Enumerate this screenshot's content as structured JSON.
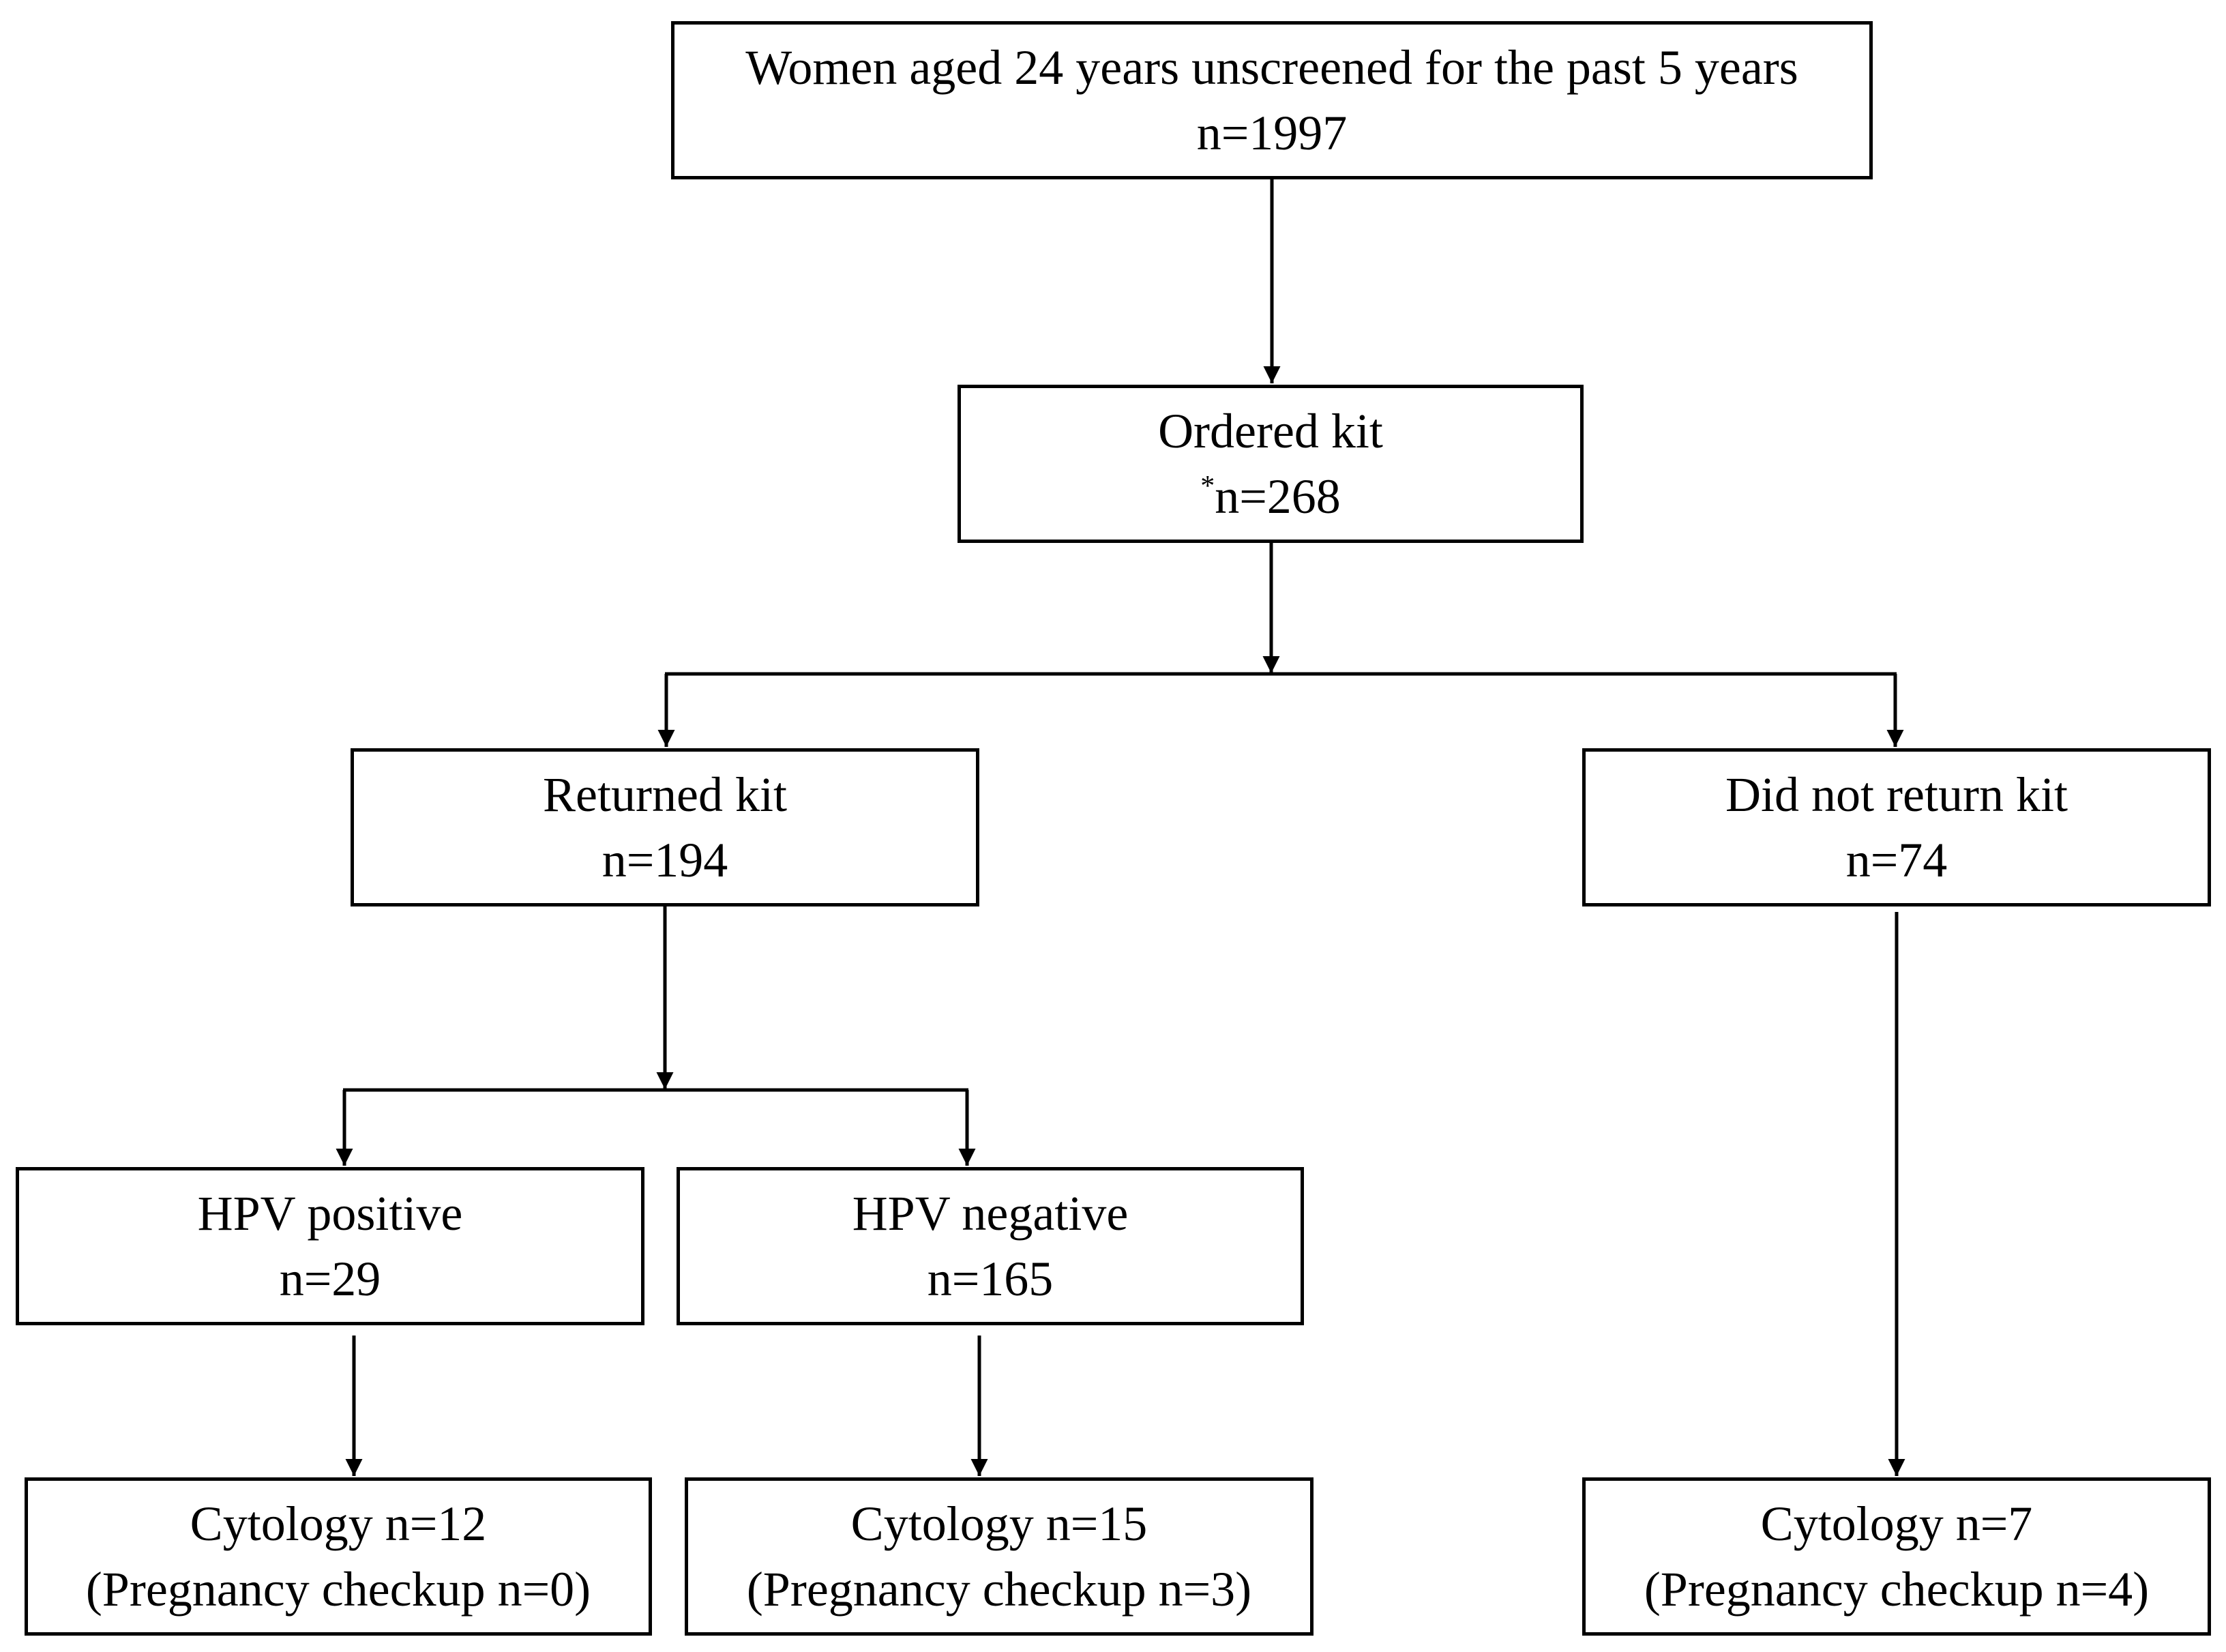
{
  "boxes": {
    "screened": {
      "line1": "Women aged 24 years unscreened for the past 5 years",
      "line2": "n=1997"
    },
    "ordered": {
      "line1": "Ordered kit",
      "marker": "*",
      "line2": "n=268"
    },
    "returned": {
      "line1": "Returned kit",
      "line2": "n=194"
    },
    "notreturn": {
      "line1": "Did not return kit",
      "line2": "n=74"
    },
    "hpvpos": {
      "line1": "HPV positive",
      "line2": "n=29"
    },
    "hpvneg": {
      "line1": "HPV negative",
      "line2": "n=165"
    },
    "cyto_pos": {
      "line1": "Cytology n=12",
      "line2": "(Pregnancy checkup n=0)"
    },
    "cyto_neg": {
      "line1": "Cytology n=15",
      "line2": "(Pregnancy checkup n=3)"
    },
    "cyto_nr": {
      "line1": "Cytology n=7",
      "line2": "(Pregnancy checkup n=4)"
    }
  },
  "colors": {
    "stroke": "#000000",
    "background": "#ffffff"
  }
}
